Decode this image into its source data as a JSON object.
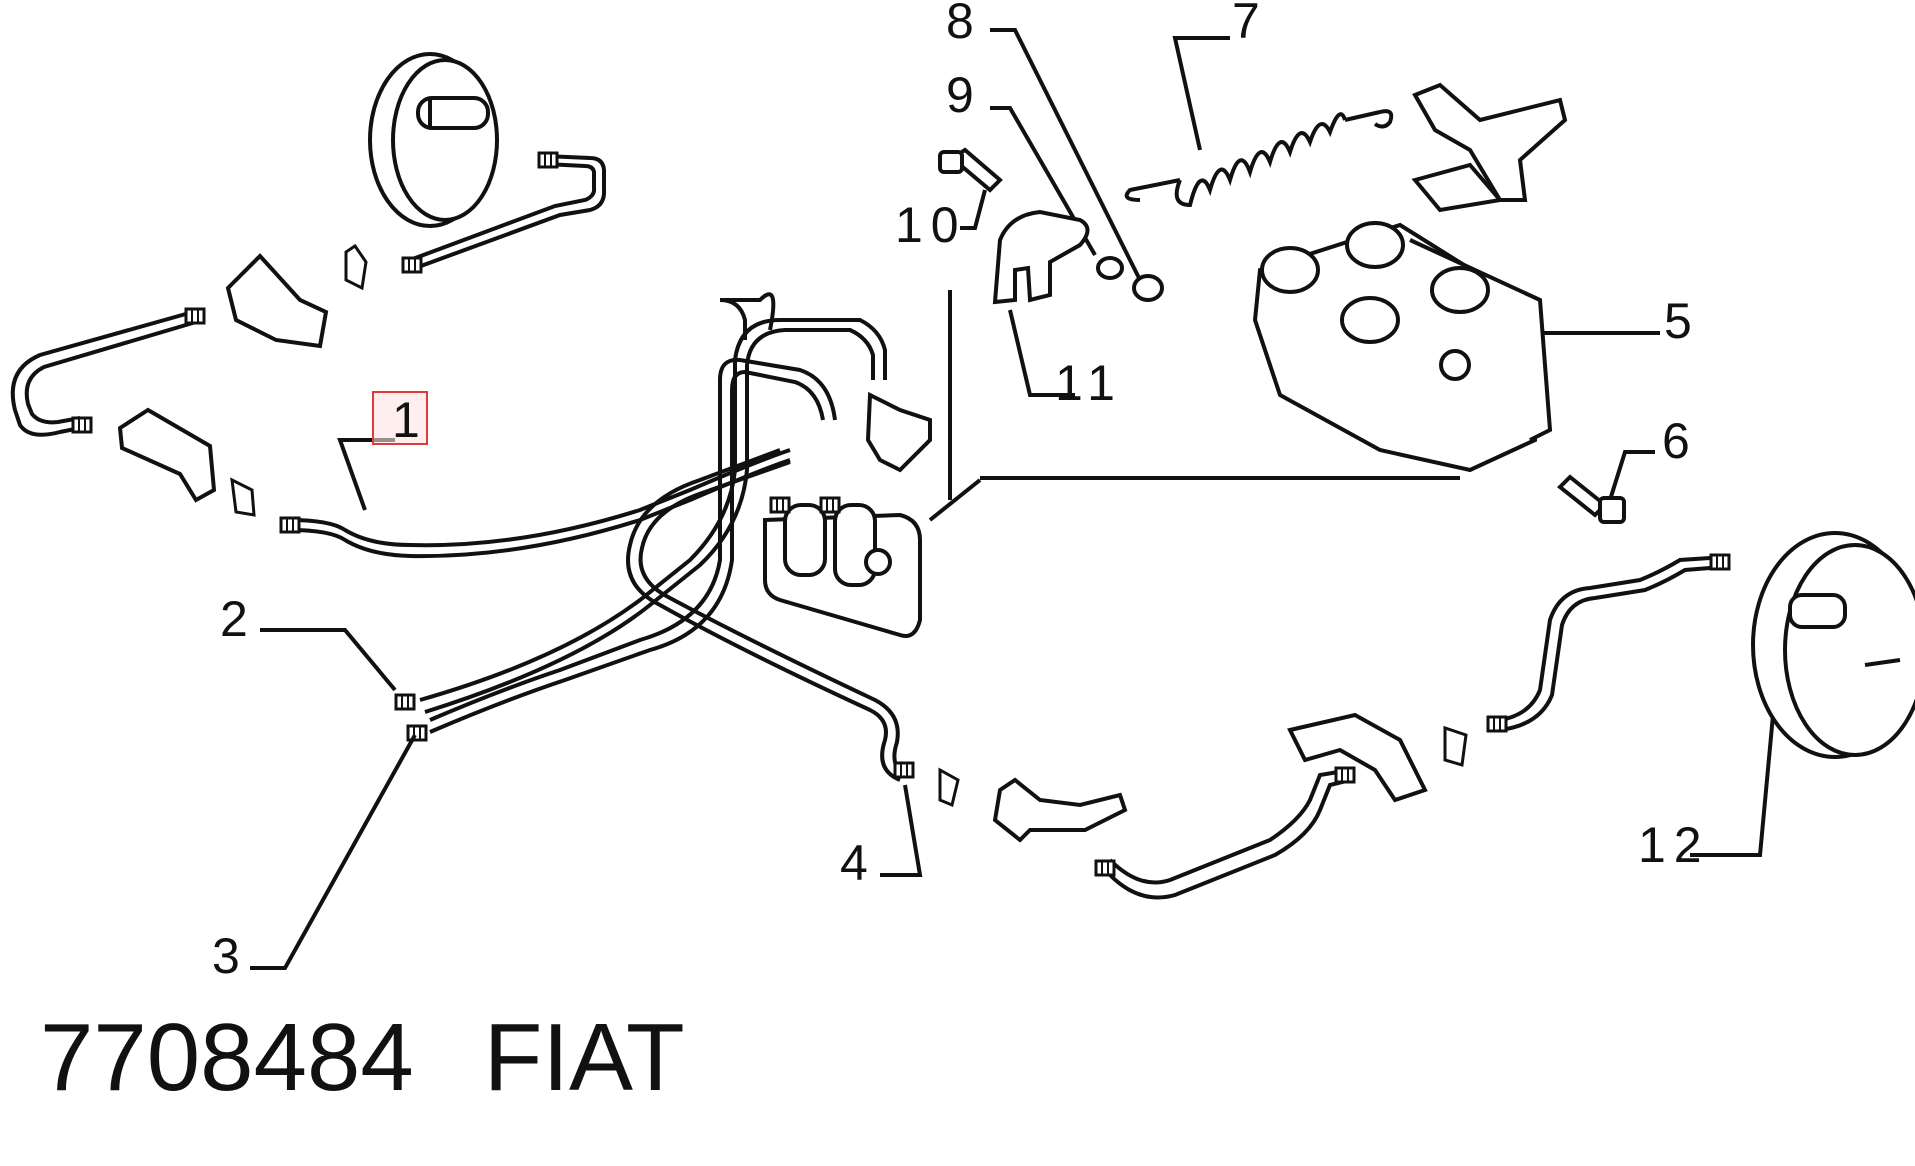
{
  "callouts": {
    "c1": "1",
    "c2": "2",
    "c3": "3",
    "c4": "4",
    "c5": "5",
    "c6": "6",
    "c7": "7",
    "c8": "8",
    "c9": "9",
    "c10": "10",
    "c11": "11",
    "c12": "12"
  },
  "highlighted_callout": "1",
  "highlight_color": "#e0393c",
  "caption": {
    "part_number": "7708484",
    "brand": "FIAT"
  }
}
